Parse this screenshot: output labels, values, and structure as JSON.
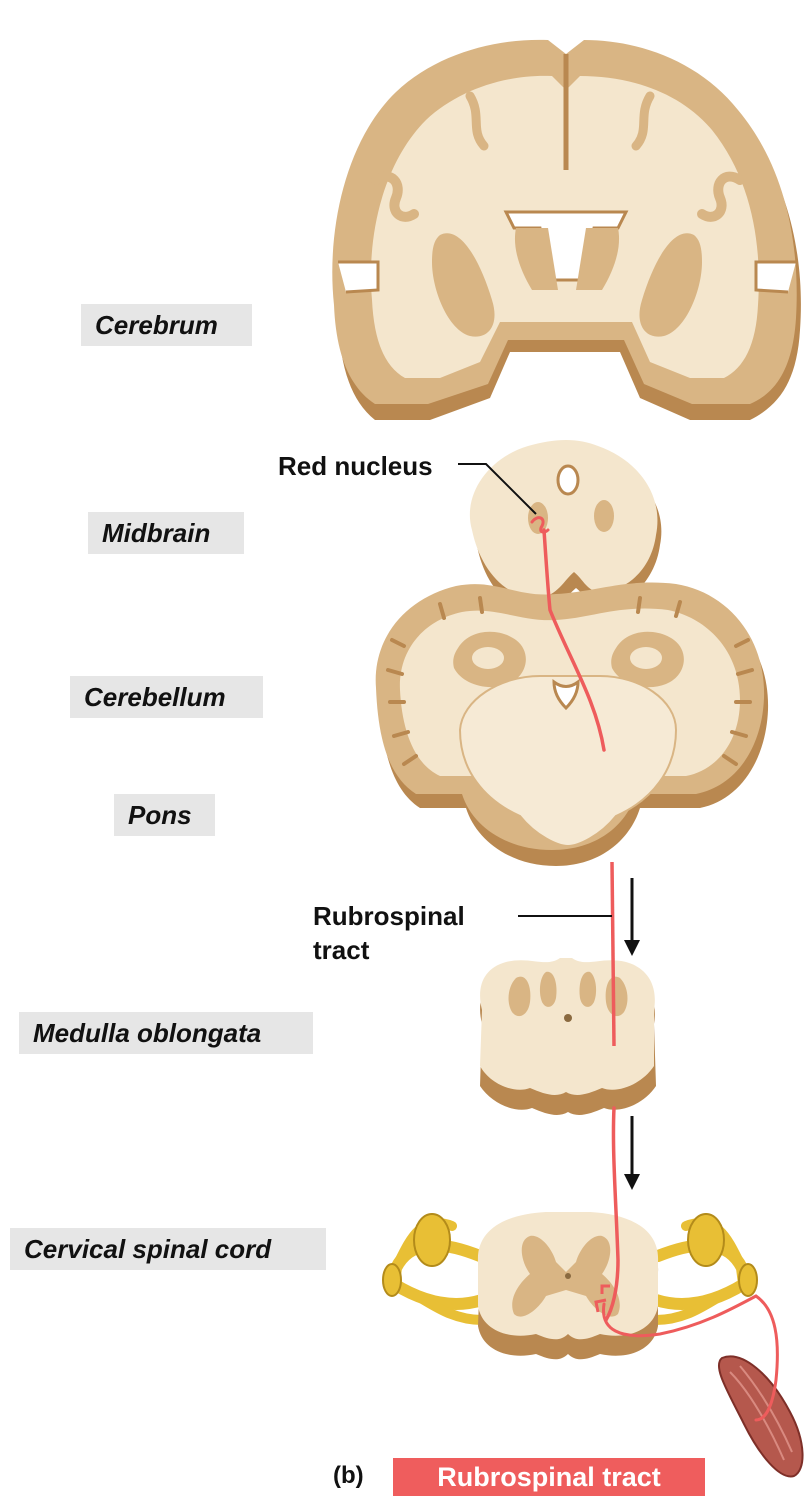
{
  "labels": {
    "cerebrum": "Cerebrum",
    "midbrain": "Midbrain",
    "cerebellum": "Cerebellum",
    "pons": "Pons",
    "medulla": "Medulla oblongata",
    "cervical": "Cervical spinal cord"
  },
  "callouts": {
    "red_nucleus": "Red nucleus",
    "tract_line1": "Rubrospinal",
    "tract_line2": "tract"
  },
  "caption": {
    "letter": "(b)",
    "title": "Rubrospinal tract"
  },
  "colors": {
    "tissue_white": "#f4e6cd",
    "tissue_gray": "#d9b584",
    "tissue_side": "#b98850",
    "tract_red": "#ee5c5c",
    "nerve_yellow": "#e8bf35",
    "label_bg": "#e6e6e6",
    "caption_bg": "#ef5d5d"
  }
}
